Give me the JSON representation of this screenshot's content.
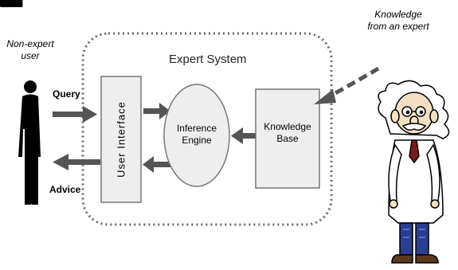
{
  "top_left_fragment": "▇▇      [  ]",
  "labels": {
    "non_expert_line1": "Non-expert",
    "non_expert_line2": "user",
    "query": "Query",
    "advice": "Advice",
    "expert_system": "Expert System",
    "user_interface": "User Interface",
    "inference_line1": "Inference",
    "inference_line2": "Engine",
    "knowledge_base_line1": "Knowledge",
    "knowledge_base_line2": "Base",
    "knowledge_expert_line1": "Knowledge",
    "knowledge_expert_line2": "from an expert"
  },
  "colors": {
    "arrow": "#555555",
    "box_fill": "#eeeeee",
    "box_stroke": "#777777",
    "dotted_border": "#666666",
    "person": "#000000"
  },
  "icons": {
    "user": "person-silhouette-icon",
    "expert": "scientist-cartoon-icon"
  }
}
